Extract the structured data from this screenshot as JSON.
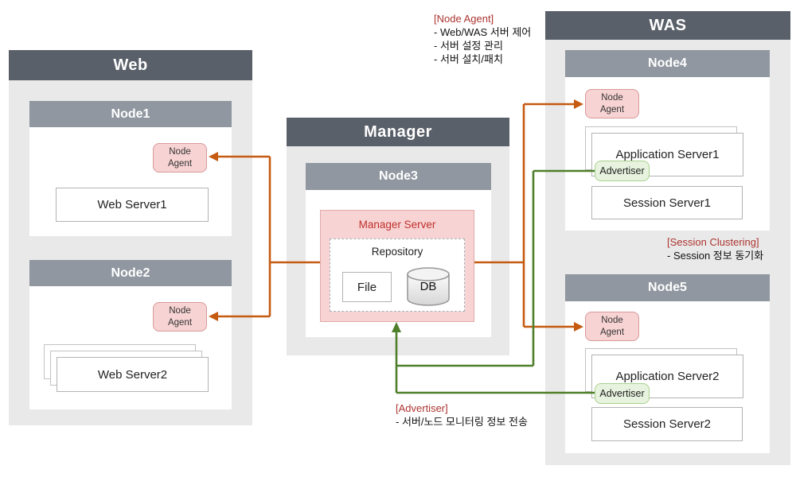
{
  "diagram": {
    "web": {
      "title": "Web",
      "node1": {
        "title": "Node1",
        "agent": "Node Agent",
        "server": "Web Server1"
      },
      "node2": {
        "title": "Node2",
        "agent": "Node Agent",
        "server": "Web Server2"
      }
    },
    "manager": {
      "title": "Manager",
      "node3": {
        "title": "Node3",
        "server_label": "Manager Server",
        "repository": "Repository",
        "file": "File",
        "db": "DB"
      }
    },
    "was": {
      "title": "WAS",
      "node4": {
        "title": "Node4",
        "agent": "Node Agent",
        "app_server": "Application Server1",
        "advertiser": "Advertiser",
        "session_server": "Session Server1"
      },
      "node5": {
        "title": "Node5",
        "agent": "Node Agent",
        "app_server": "Application Server2",
        "advertiser": "Advertiser",
        "session_server": "Session Server2"
      }
    },
    "annotations": {
      "node_agent": {
        "title": "[Node Agent]",
        "lines": [
          "- Web/WAS 서버 제어",
          "- 서버 설정 관리",
          "- 서버 설치/패치"
        ]
      },
      "session_clustering": {
        "title": "[Session Clustering]",
        "lines": [
          "- Session 정보 동기화"
        ]
      },
      "advertiser": {
        "title": "[Advertiser]",
        "lines": [
          "- 서버/노드 모니터링 정보 전송"
        ]
      }
    },
    "colors": {
      "header_dark": "#5a6069",
      "node_header": "#9097a0",
      "section_bg": "#e9e9e9",
      "agent_fill": "#f8d3d3",
      "agent_border": "#d79a9a",
      "advertiser_fill": "#e7f3de",
      "advertiser_border": "#a9d18e",
      "arrow_orange": "#c55a11",
      "arrow_green": "#4e7f2a",
      "annotation_red": "#ab3430",
      "manager_red": "#bf312e"
    }
  }
}
